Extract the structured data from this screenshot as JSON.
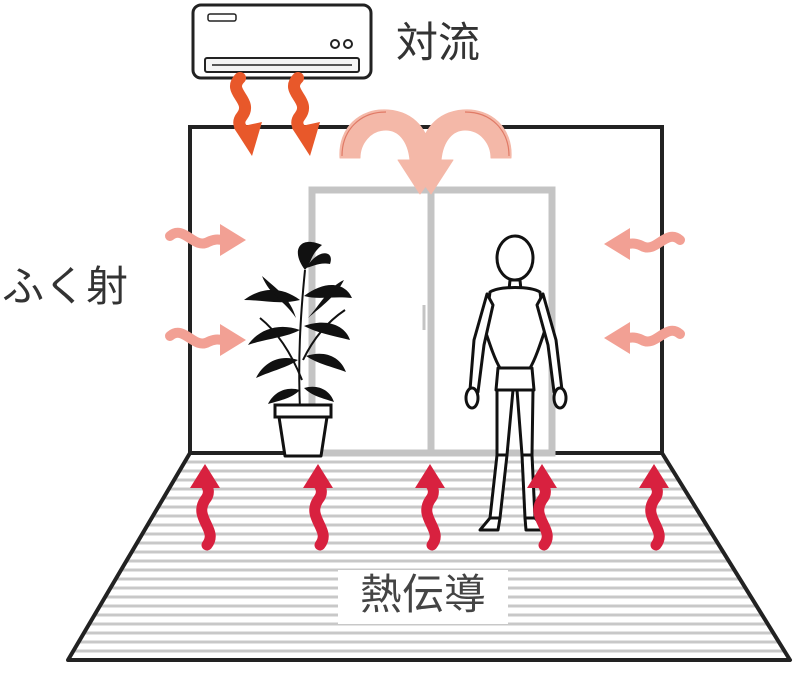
{
  "labels": {
    "convection": "対流",
    "radiation": "ふく射",
    "conduction": "熱伝導"
  },
  "icons": {
    "air_conditioner": "air-conditioner-icon",
    "plant": "potted-plant-icon",
    "person": "mannequin-icon",
    "window": "sliding-window-icon"
  },
  "colors": {
    "convection_down": "#e8582a",
    "convection_air": "#f4b8a8",
    "radiation": "#f2a094",
    "conduction": "#d8213f",
    "outline": "#222222",
    "floor_stripe": "#c8c8c8",
    "window_frame": "#c4c4c4",
    "text": "#333333"
  }
}
